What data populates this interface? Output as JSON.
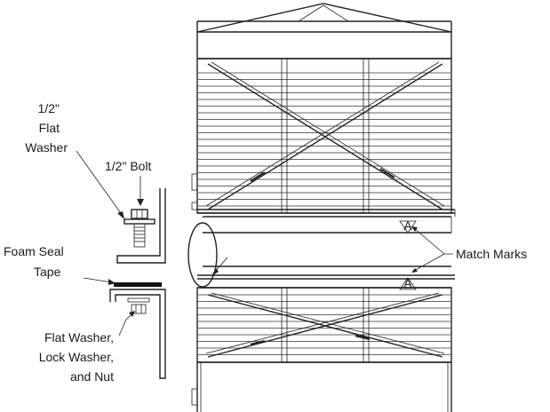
{
  "labels": {
    "flat_washer_size": "1/2\"",
    "flat_washer_line1": "Flat",
    "flat_washer_line2": "Washer",
    "bolt": "1/2\" Bolt",
    "foam_seal_line1": "Foam Seal",
    "foam_seal_line2": "Tape",
    "hardware_line1": "Flat Washer,",
    "hardware_line2": "Lock Washer,",
    "hardware_line3": "and Nut",
    "match_marks": "Match Marks"
  },
  "match_mark_letters": {
    "top": "A",
    "bottom": "A"
  }
}
